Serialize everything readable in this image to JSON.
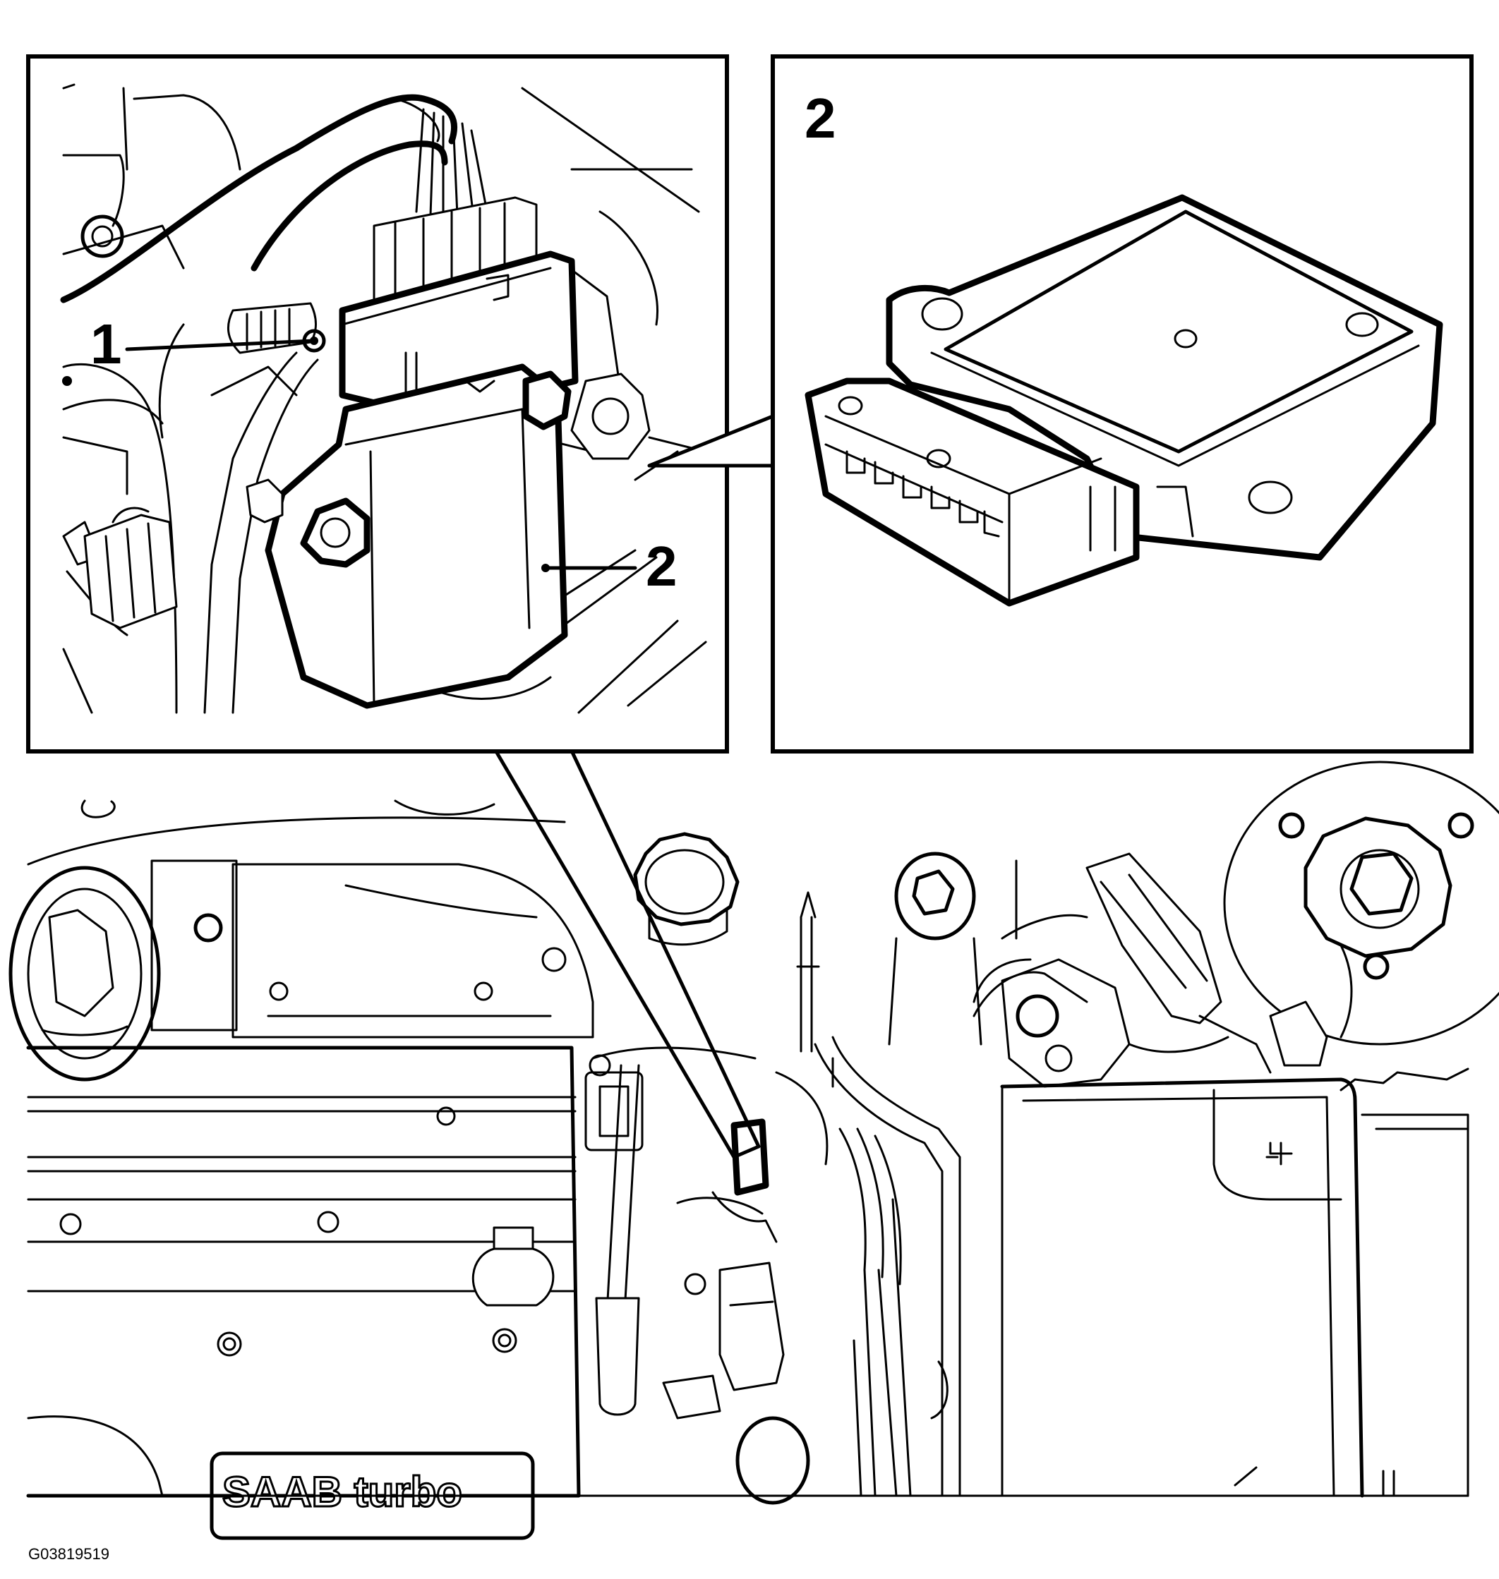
{
  "figure_id": "G03819519",
  "callouts": {
    "detail_left_1": "1",
    "detail_left_2": "2",
    "detail_right_2": "2"
  },
  "logo_text": "SAAB turbo",
  "colors": {
    "line": "#000000",
    "background": "#ffffff"
  }
}
